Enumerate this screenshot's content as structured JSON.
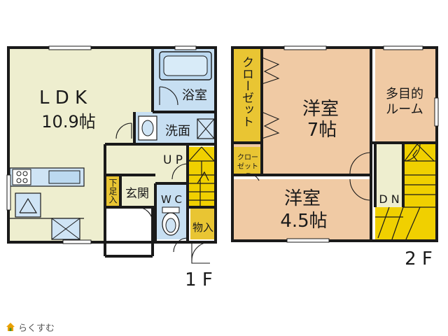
{
  "floor1": {
    "label": "1 F",
    "rooms": {
      "ldk": {
        "name": "L D K",
        "size": "10.9帖"
      },
      "bath": "浴室",
      "washroom": "洗面",
      "entrance": "玄関",
      "shoe_storage": "下足入",
      "wc": "W C",
      "storage": "物入",
      "stairs_up": "U P"
    }
  },
  "floor2": {
    "label": "2 F",
    "rooms": {
      "western_a": {
        "name": "洋室",
        "size": "7帖"
      },
      "multi": {
        "line1": "多目的",
        "line2": "ルーム"
      },
      "western_b": {
        "name": "洋室",
        "size": "4.5帖"
      },
      "closet_large": "クローゼット",
      "closet_small": {
        "line1": "クロー",
        "line2": "ゼット"
      },
      "stairs_down": "D N"
    }
  },
  "brand": {
    "name": "らくすむ"
  },
  "colors": {
    "ldk": "#eeeecf",
    "room": "#f0caa4",
    "bath": "#c7dff2",
    "closet": "#e9c533",
    "hall": "#eeeecf",
    "stairs": "#f0d000",
    "wall": "#1a1a1a"
  }
}
